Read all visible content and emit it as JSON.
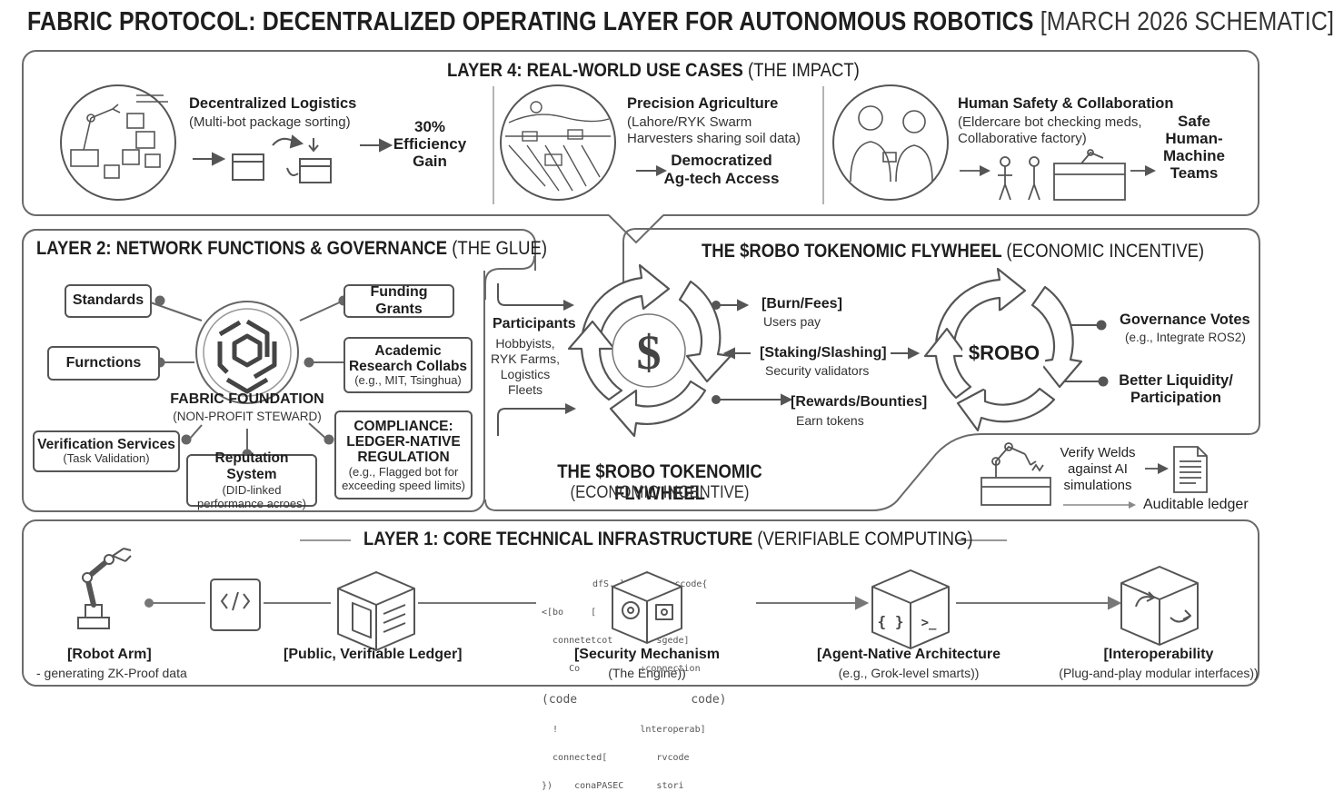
{
  "title": {
    "main": "FABRIC PROTOCOL: DECENTRALIZED OPERATING LAYER FOR AUTONOMOUS ROBOTICS",
    "suffix": "[MARCH 2026 SCHEMATIC]"
  },
  "layer4": {
    "heading": "LAYER 4: REAL-WORLD USE CASES",
    "heading_sub": "(THE IMPACT)",
    "cases": [
      {
        "title": "Decentralized Logistics",
        "desc": "(Multi-bot package sorting)",
        "outcome": "30%\nEfficiency\nGain",
        "icon": "warehouse-robot-icon"
      },
      {
        "title": "Precision Agriculture",
        "desc": "(Lahore/RYK Swarm\nHarvesters sharing soil data)",
        "outcome": "Democratized\nAg-tech Access",
        "icon": "farm-field-icon"
      },
      {
        "title": "Human Safety & Collaboration",
        "desc": "(Eldercare bot checking meds,\nCollaborative factory)",
        "outcome": "Safe\nHuman-\nMachine\nTeams",
        "icon": "eldercare-icon"
      }
    ]
  },
  "layer2": {
    "heading": "LAYER 2: NETWORK FUNCTIONS & GOVERNANCE",
    "heading_sub": "(THE GLUE)",
    "foundation_title": "FABRIC FOUNDATION",
    "foundation_sub": "(NON-PROFIT STEWARD)",
    "standards": "Standards",
    "funding": "Funding Grants",
    "functions": "Furnctions",
    "academic_title": "Academic\nResearch Collabs",
    "academic_sub": "(e.g., MIT, Tsinghua)",
    "verification_title": "Verification Services",
    "verification_sub": "(Task Validation)",
    "reputation_title": "Reputation System",
    "reputation_sub": "(DID-linked\nperformance acroes)",
    "compliance_title": "COMPLIANCE:\nLEDGER-NATIVE\nREGULATION",
    "compliance_sub": "(e.g., Flagged bot for\nexceeding speed limits)"
  },
  "flywheel": {
    "heading": "THE $ROBO TOKENOMIC FLYWHEEL",
    "heading_sub": "(ECONOMIC INCENTIVE)",
    "participants_title": "Participants",
    "participants_desc": "Hobbyists,\nRYK Farms,\nLogistics\nFleets",
    "burn_title": "[Burn/Fees]",
    "burn_desc": "Users pay",
    "staking_title": "[Staking/Slashing]",
    "staking_desc": "Security validators",
    "rewards_title": "[Rewards/Bounties]",
    "rewards_desc": "Earn tokens",
    "token": "$ROBO",
    "governance_title": "Governance Votes",
    "governance_desc": "(e.g., Integrate ROS2)",
    "liquidity": "Better Liquidity/\nParticipation",
    "lower_heading": "THE $ROBO TOKENOMIC FLYWHEEL",
    "lower_sub": "(ECONOMIC INCENTIVE)",
    "weld_text": "Verify Welds\nagainst AI\nsimulations",
    "ledger_text": "Auditable ledger"
  },
  "layer1": {
    "heading": "LAYER 1: CORE TECHNICAL INFRASTRUCTURE",
    "heading_sub": "(VERIFIABLE COMPUTING)",
    "items": [
      {
        "title": "[Robot Arm]",
        "desc": "- generating ZK-Proof data",
        "icon": "robot-arm-icon"
      },
      {
        "title": "[Public, Verifiable Ledger]",
        "desc": "",
        "icon": "ledger-cube-icon"
      },
      {
        "title": "[Security Mechanism",
        "desc": "(The Engine))",
        "icon": "security-cube-icon"
      },
      {
        "title": "[Agent-Native Architecture",
        "desc": "(e.g., Grok-level smarts))",
        "icon": "code-cube-icon"
      },
      {
        "title": "[Interoperability",
        "desc": "(Plug-and-play modular interfaces))",
        "icon": "interop-cube-icon"
      }
    ],
    "code_snippets": [
      "dfS. lobn  suc.ccode{",
      "<[bo     [         ccode{",
      "  connetetcot        sgede]",
      "     Co           :connection",
      "(code                code)",
      "  !               lnteroperab]",
      "  connected[         rvcode",
      "})    conaPASEC      stori"
    ]
  }
}
